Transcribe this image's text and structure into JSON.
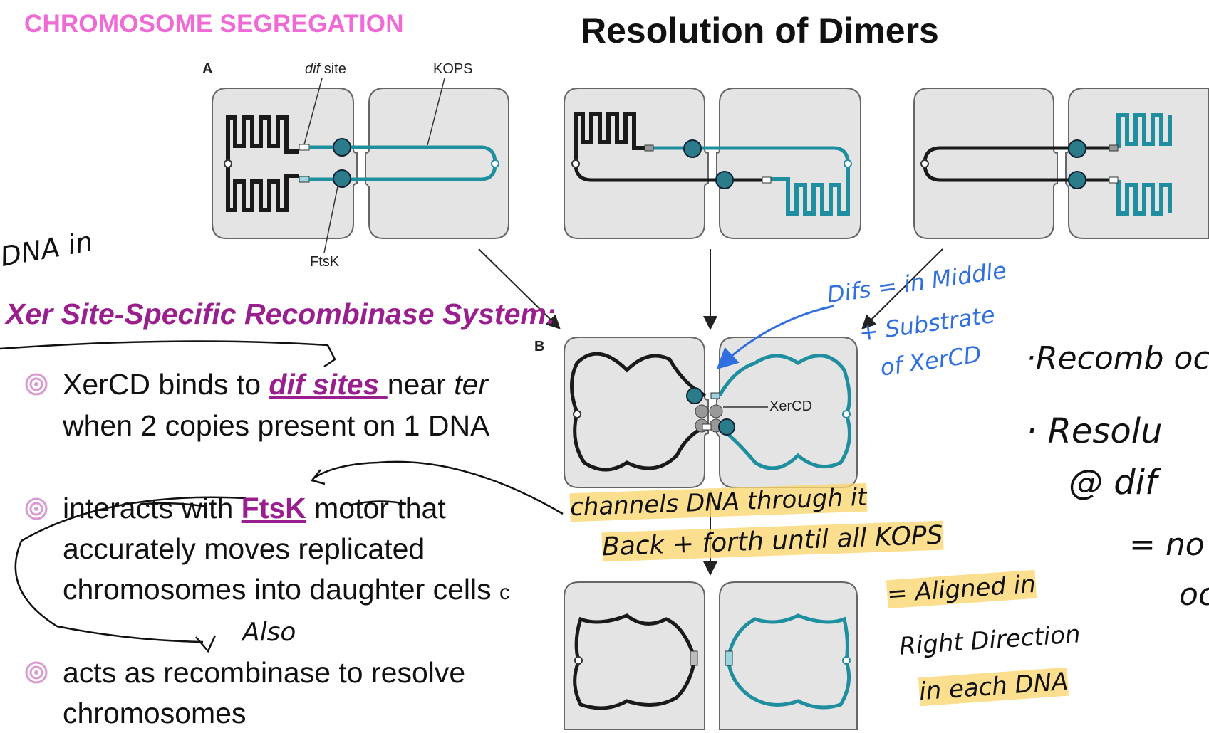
{
  "header": {
    "section": "CHROMOSOME SEGREGATION",
    "title": "Resolution of Dimers"
  },
  "figure": {
    "panel_a": "A",
    "panel_b": "B",
    "dif_label": "dif",
    "dif_label_suffix": "site",
    "kops_label": "KOPS",
    "ftsk_label": "FtsK",
    "xercd_label": "XerCD"
  },
  "xer": {
    "heading": "Xer Site-Specific Recombinase System:",
    "b1_pre": "XerCD binds to ",
    "b1_kw": "dif sites ",
    "b1_mid": "near ",
    "b1_ter": "ter",
    "b1_line2": "when 2 copies present on 1 DNA",
    "b2_pre": "interacts with ",
    "b2_kw": "FtsK",
    "b2_post": " motor that",
    "b2_line2": "accurately moves replicated",
    "b2_line3": "chromosomes into daughter cells",
    "b2_trail": "c",
    "b3_line1": "acts as recombinase to resolve",
    "b3_line2": "chromosomes"
  },
  "handwriting": {
    "dna_in": "DNA in",
    "also": "Also",
    "difs_line1": "Difs = in Middle",
    "difs_line2": "+ Substrate",
    "difs_line3": "of XerCD",
    "recomb": "·Recomb oc",
    "resolv": "· Resolu",
    "at_dif": "@ dif",
    "eq_no": "= no",
    "oc": "oc",
    "channels_line1": "channels DNA through it",
    "channels_line2": "Back + forth until all KOPS",
    "aligned_line1": "= Aligned in",
    "aligned_line2": "Right Direction",
    "aligned_line3": "in each DNA"
  },
  "colors": {
    "section": "#f06ad6",
    "heading": "#9a1f8e",
    "teal": "#1f8fa0",
    "pen": "#111111",
    "blue_pen": "#2f6fe0",
    "highlight": "#fad66e",
    "cell": "#e4e4e4"
  }
}
